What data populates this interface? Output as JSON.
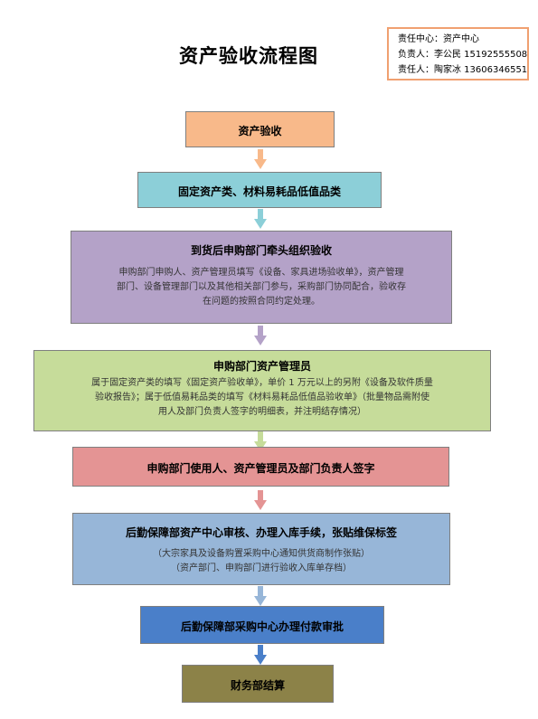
{
  "title": "资产验收流程图",
  "info": {
    "center": "责任中心：资产中心",
    "owner": "负责人：李公民 15192555508",
    "responsible": "责任人：陶家冰 13606346551"
  },
  "steps": [
    {
      "head": "资产验收"
    },
    {
      "head": "固定资产类、材料易耗品低值品类"
    },
    {
      "head": "到货后申购部门牵头组织验收",
      "body": [
        "申购部门申购人、资产管理员填写《设备、家具进场验收单》，资产管理",
        "部门、设备管理部门以及其他相关部门参与，采购部门协同配合，验收存",
        "在问题的按照合同约定处理。"
      ]
    },
    {
      "head": "申购部门资产管理员",
      "body": [
        "属于固定资产类的填写《固定资产验收单》，单价 1 万元以上的另附《设备及软件质量",
        "验收报告》；属于低值易耗品类的填写《材料易耗品低值品验收单》（批量物品需附使",
        "用人及部门负责人签字的明细表，并注明结存情况）"
      ]
    },
    {
      "head": "申购部门使用人、资产管理员及部门负责人签字"
    },
    {
      "head": "后勤保障部资产中心审核、办理入库手续，张贴维保标签",
      "body": [
        "（大宗家具及设备购置采购中心通知供货商制作张贴）",
        "（资产部门、申购部门进行验收入库单存档）"
      ]
    },
    {
      "head": "后勤保障部采购中心办理付款审批"
    },
    {
      "head": "财务部结算"
    }
  ],
  "colors": {
    "step1": "#f8b98a",
    "step2": "#8ccfd8",
    "step3": "#b4a2c8",
    "step4": "#c6dc9a",
    "step5": "#e49494",
    "step6": "#97b6d8",
    "step7": "#4a7fc9",
    "step8": "#8c8248",
    "arrow1": "#f8b98a",
    "arrow2": "#8ccfd8",
    "arrow3": "#b4a2c8",
    "arrow4": "#c6dc9a",
    "arrow5": "#e49494",
    "arrow6": "#97b6d8",
    "arrow7": "#4a7fc9"
  }
}
